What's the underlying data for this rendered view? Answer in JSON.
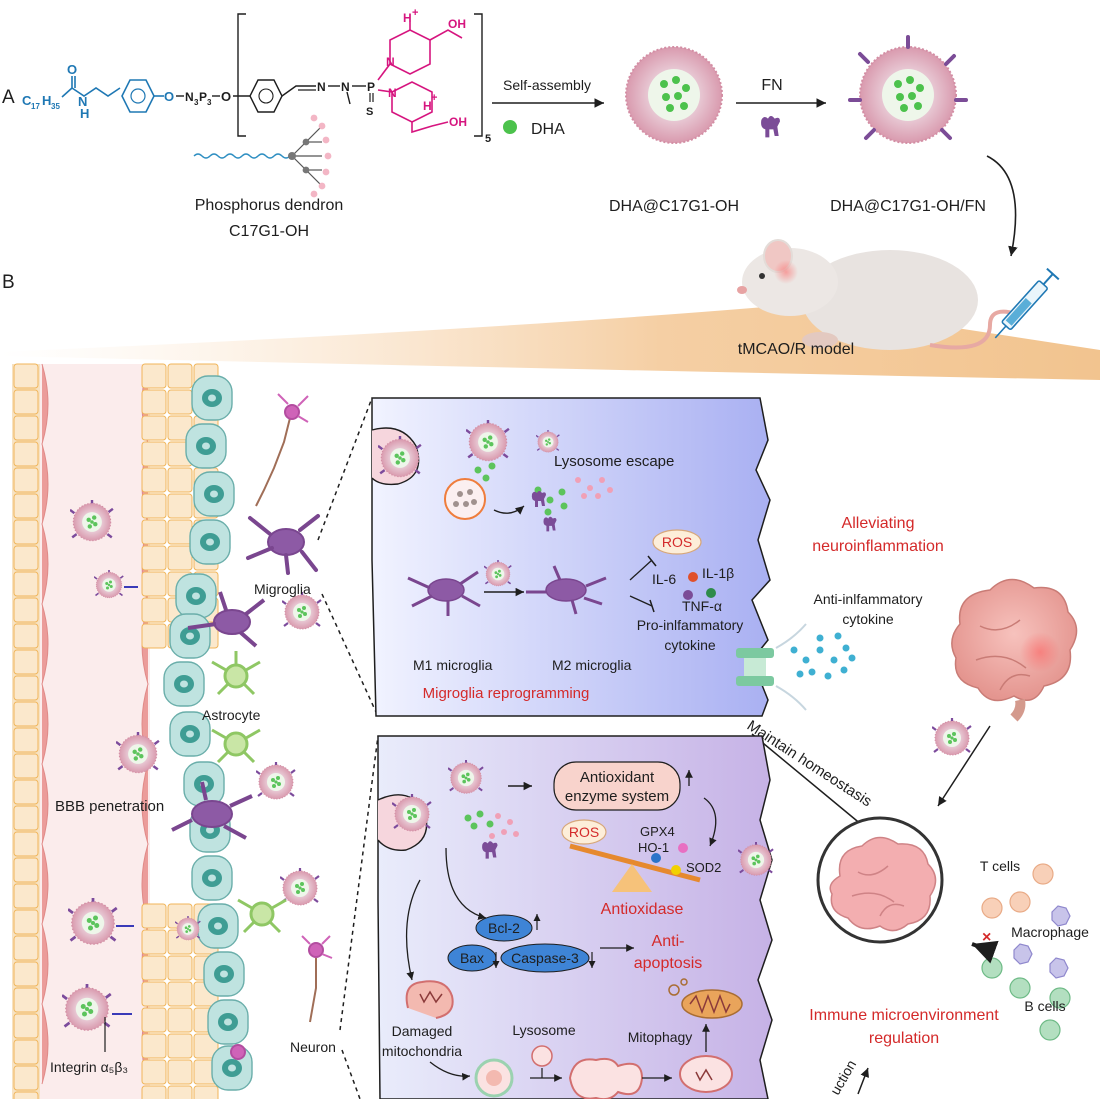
{
  "panel_a": {
    "letter": "A",
    "chain_label": "C",
    "chain_sub_c": "17",
    "chain_h": "H",
    "chain_sub_h": "35",
    "amide_o": "O",
    "amide_nh": "N",
    "amide_h": "H",
    "link_o1": "O",
    "n3p3": "N",
    "n3p3_sub": "3",
    "n3p3_p": "P",
    "n3p3_sub2": "3",
    "link_o2": "O",
    "hydrazone_n1": "N",
    "hydrazone_n2": "N",
    "thio_p": "P",
    "thio_s": "S",
    "pip_n_top": "N",
    "pip_h_top": "H",
    "plus_top": "+",
    "oh_top": "OH",
    "pip_n_bot": "N",
    "pip_h_bot": "H",
    "plus_bot": "+",
    "oh_bot": "OH",
    "repeat": "5",
    "dendron_name": "Phosphorus dendron",
    "dendron_code": "C17G1-OH",
    "self_assembly": "Self-assembly",
    "dha": "DHA",
    "fn": "FN",
    "np1_label": "DHA@C17G1-OH",
    "np2_label": "DHA@C17G1-OH/FN"
  },
  "panel_b": {
    "letter": "B",
    "model": "tMCAO/R model",
    "migroglia": "Migroglia",
    "astrocyte": "Astrocyte",
    "bbb": "BBB penetration",
    "integrin": "Integrin α₅β₃",
    "neuron": "Neuron",
    "lysosome_escape": "Lysosome escape",
    "ros_top": "ROS",
    "il6": "IL-6",
    "il1b": "IL-1β",
    "tnfa": "TNF-α",
    "pro_inflam_1": "Pro-inlfammatory",
    "pro_inflam_2": "cytokine",
    "m1": "M1 microglia",
    "m2": "M2 microglia",
    "reprogramming": "Migroglia reprogramming",
    "alleviating_1": "Alleviating",
    "alleviating_2": "neuroinflammation",
    "anti_inflam_1": "Anti-inlfammatory",
    "anti_inflam_2": "cytokine",
    "maintain": "Maintain homeostasis",
    "antioxidant_1": "Antioxidant",
    "antioxidant_2": "enzyme system",
    "ros_mid": "ROS",
    "gpx4": "GPX4",
    "ho1": "HO-1",
    "sod2": "SOD2",
    "antioxidase": "Antioxidase",
    "bcl2": "Bcl-2",
    "bax": "Bax",
    "caspase": "Caspase-3",
    "anti_apop_1": "Anti-",
    "anti_apop_2": "apoptosis",
    "damaged_1": "Damaged",
    "damaged_2": "mitochondria",
    "lysosome": "Lysosome",
    "mitophagy": "Mitophagy",
    "immune_1": "Immune microenvironment",
    "immune_2": "regulation",
    "t_cells": "T cells",
    "macrophage": "Macrophage",
    "b_cells": "B cells",
    "x_mark": "×",
    "partial_word": "uction"
  },
  "colors": {
    "accent_red": "#d42a2a",
    "blue_chem": "#1f78b4",
    "pink_chem": "#d6157f",
    "microglia": "#8d5aa5",
    "astrocyte": "#94c66a",
    "endothelial": "#f4c8bb",
    "tight_cell": "#f7e2c2"
  }
}
